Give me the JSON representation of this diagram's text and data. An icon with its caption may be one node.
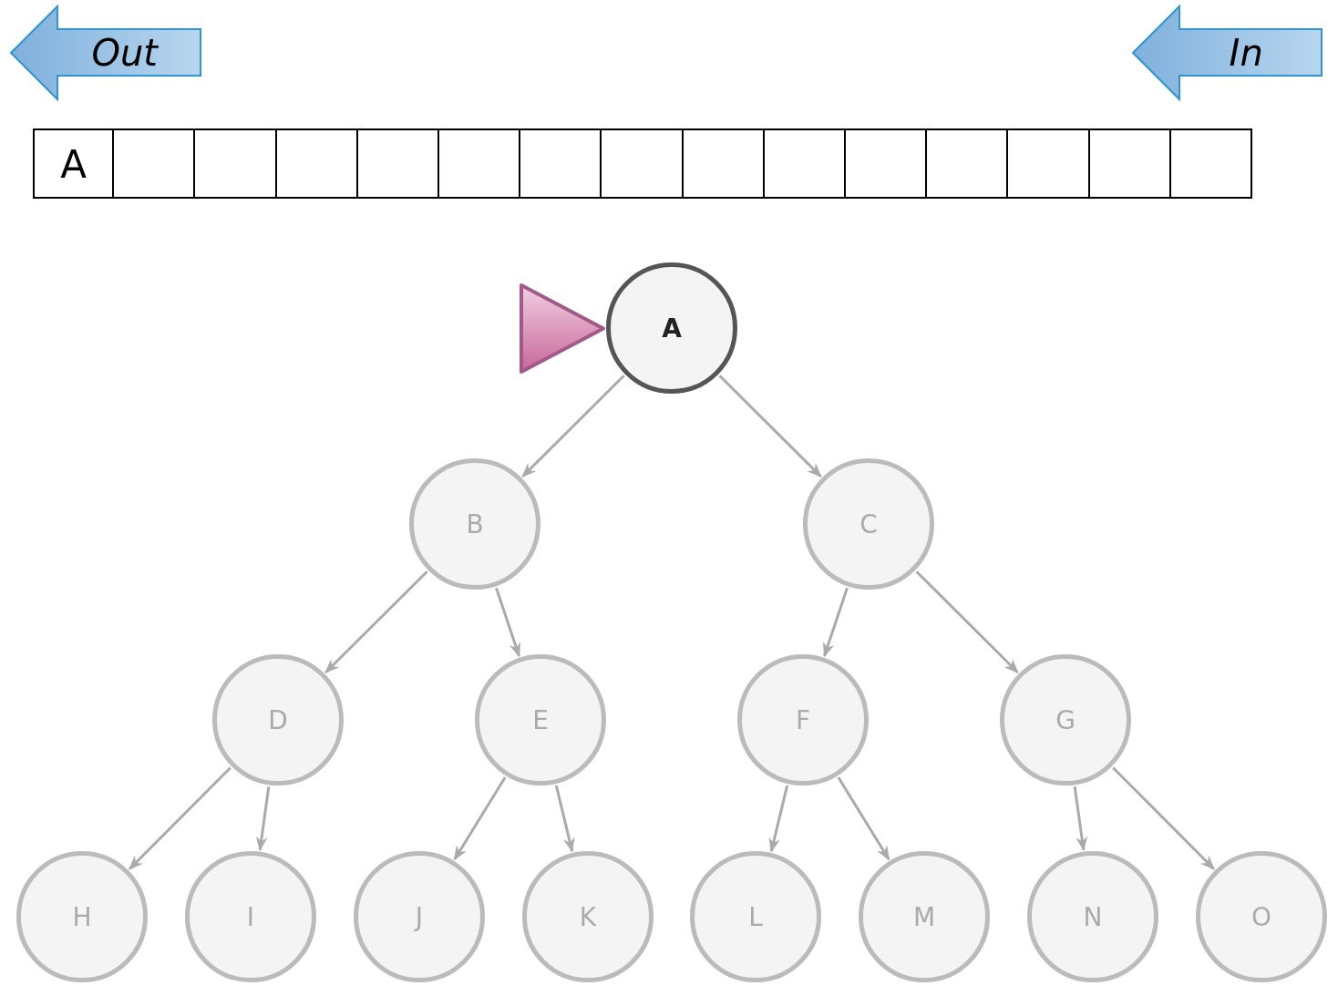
{
  "diagram": {
    "nodes": [
      {
        "text": [
          "Out"
        ]
      },
      {
        "text": [
          "In"
        ]
      },
      {
        "text": [
          "A"
        ]
      },
      {
        "text": [],
        "shape": "box"
      },
      {
        "text": [],
        "shape": "box"
      },
      {
        "text": [],
        "shape": "box"
      },
      {
        "text": [],
        "shape": "box"
      },
      {
        "text": [],
        "shape": "box"
      },
      {
        "text": [],
        "shape": "box"
      },
      {
        "text": [],
        "shape": "box"
      },
      {
        "text": [],
        "shape": "box"
      },
      {
        "text": [],
        "shape": "box"
      },
      {
        "text": [],
        "shape": "box"
      },
      {
        "text": [],
        "shape": "box"
      },
      {
        "text": [],
        "shape": "box"
      },
      {
        "text": [],
        "shape": "box"
      },
      {
        "text": [],
        "shape": "box"
      },
      {
        "text": [],
        "shape": "triangle"
      },
      {
        "text": [
          "A"
        ]
      },
      {
        "text": [
          "B"
        ]
      },
      {
        "text": [
          "C"
        ]
      },
      {
        "text": [
          "D"
        ]
      },
      {
        "text": [
          "E"
        ]
      },
      {
        "text": [
          "F"
        ]
      },
      {
        "text": [
          "G"
        ]
      },
      {
        "text": [
          "H"
        ]
      },
      {
        "text": [
          "I"
        ]
      },
      {
        "text": [
          "J"
        ]
      },
      {
        "text": [
          "K"
        ]
      },
      {
        "text": [
          "L"
        ]
      },
      {
        "text": [
          "M"
        ]
      },
      {
        "text": [
          "N"
        ]
      },
      {
        "text": [
          "O"
        ]
      }
    ],
    "edges": [
      {
        "from": 18,
        "to": 19,
        "arrow": "to"
      },
      {
        "from": 18,
        "to": 20,
        "arrow": "to"
      },
      {
        "from": 19,
        "to": 21,
        "arrow": "to"
      },
      {
        "from": 19,
        "to": 22,
        "arrow": "to"
      },
      {
        "from": 20,
        "to": 23,
        "arrow": "to"
      },
      {
        "from": 20,
        "to": 24,
        "arrow": "to"
      },
      {
        "from": 21,
        "to": 25,
        "arrow": "to"
      },
      {
        "from": 21,
        "to": 26,
        "arrow": "to"
      },
      {
        "from": 22,
        "to": 27,
        "arrow": "to"
      },
      {
        "from": 22,
        "to": 28,
        "arrow": "to"
      },
      {
        "from": 23,
        "to": 29,
        "arrow": "to"
      },
      {
        "from": 23,
        "to": 30,
        "arrow": "to"
      },
      {
        "from": 24,
        "to": 31,
        "arrow": "to"
      },
      {
        "from": 24,
        "to": 32,
        "arrow": "to"
      }
    ]
  }
}
